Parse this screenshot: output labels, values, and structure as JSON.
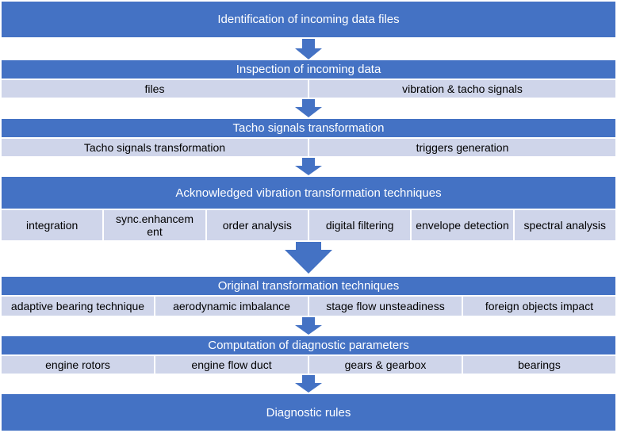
{
  "steps": [
    {
      "title": "Identification of incoming data files",
      "items": []
    },
    {
      "title": "Inspection of incoming data",
      "items": [
        "files",
        "vibration & tacho signals"
      ]
    },
    {
      "title": "Tacho signals transformation",
      "items": [
        "Tacho signals transformation",
        "triggers generation"
      ]
    },
    {
      "title": "Acknowledged vibration transformation techniques",
      "items": [
        "integration",
        "sync.enhancem ent",
        "order analysis",
        "digital filtering",
        "envelope detection",
        "spectral analysis"
      ]
    },
    {
      "title": "Original transformation techniques",
      "items": [
        "adaptive bearing technique",
        "aerodynamic imbalance",
        "stage flow unsteadiness",
        "foreign objects impact"
      ]
    },
    {
      "title": "Computation of diagnostic parameters",
      "items": [
        "engine rotors",
        "engine flow duct",
        "gears & gearbox",
        "bearings"
      ]
    },
    {
      "title": "Diagnostic rules",
      "items": []
    }
  ],
  "colors": {
    "band": "#4472c4",
    "cell": "#cfd5ea",
    "arrow": "#4472c4"
  }
}
